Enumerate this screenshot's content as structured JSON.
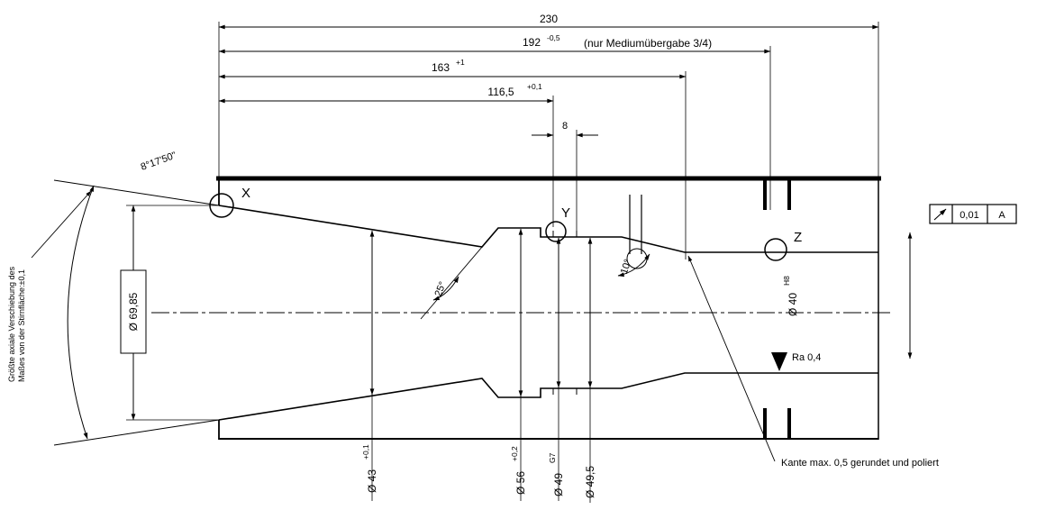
{
  "dimensions": {
    "overall": "230",
    "medium": "192",
    "medium_tol": "-0,5",
    "medium_note": "(nur Mediumübergabe 3/4)",
    "len163": "163",
    "len163_tol": "+1",
    "len116": "116,5",
    "len116_tol": "+0,1",
    "width8": "8"
  },
  "diameters": {
    "d6985": "Ø 69,85",
    "d43": "Ø 43",
    "d43_tol": "+0,1",
    "d56": "Ø 56",
    "d56_tol": "+0,2",
    "d49": "Ø 49",
    "d49_tol": "G7",
    "d495": "Ø 49,5",
    "d40": "Ø 40",
    "d40_tol": "H8"
  },
  "angles": {
    "taper": "8°17'50\"",
    "face": "25°",
    "chamfer": "10°"
  },
  "callouts": {
    "x": "X",
    "y": "Y",
    "z": "Z"
  },
  "notes": {
    "axial_line1": "Größte axiale Verschiebung des",
    "axial_line2": "Maßes von der Stirnfläche:±0,1",
    "edge": "Kante max. 0,5 gerundet und poliert",
    "surface": "Ra 0,4"
  },
  "gdt": {
    "tolerance": "0,01",
    "datum": "A"
  },
  "colors": {
    "line": "#000000",
    "background": "#ffffff"
  }
}
